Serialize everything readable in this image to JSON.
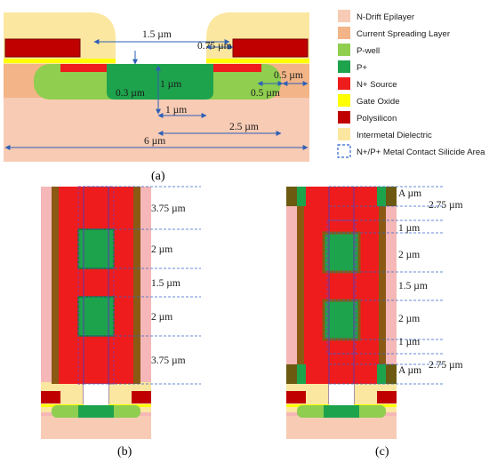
{
  "colors": {
    "n_drift": "#f8cbb4",
    "spreading": "#f3b487",
    "pwell": "#8fce4f",
    "pplus": "#1ea34d",
    "nsource": "#ee1c1c",
    "gate_oxide": "#ffff00",
    "poly": "#c00000",
    "ild": "#fbe7a0",
    "pink": "#f5b7b7",
    "dark_edge": "#8a5a14",
    "olive": "#6b5a10",
    "dim": "#2e5fb6",
    "dashed": "#3366cc",
    "contact": "#8b3aa8"
  },
  "legend": [
    {
      "label": "N-Drift Epilayer",
      "color": "#f8cbb4",
      "kind": "fill"
    },
    {
      "label": "Current Spreading Layer",
      "color": "#f3b487",
      "kind": "fill"
    },
    {
      "label": "P-well",
      "color": "#8fce4f",
      "kind": "fill"
    },
    {
      "label": "P+",
      "color": "#1ea34d",
      "kind": "fill"
    },
    {
      "label": "N+ Source",
      "color": "#ee1c1c",
      "kind": "fill"
    },
    {
      "label": "Gate Oxide",
      "color": "#ffff00",
      "kind": "fill"
    },
    {
      "label": "Polysilicon",
      "color": "#c00000",
      "kind": "fill"
    },
    {
      "label": "Intermetal Dielectric",
      "color": "#fbe7a0",
      "kind": "fill"
    },
    {
      "label": "N+/P+ Metal Contact Silicide Area",
      "color": "#3366cc",
      "kind": "dashed"
    }
  ],
  "panel_a": {
    "caption": "(a)",
    "dims": {
      "d1": "1.5 µm",
      "d2": "0.75 µm",
      "d3": "0.5 µm",
      "d4": "0.5 µm",
      "d5": "1 µm",
      "d6": "0.3 µm",
      "d7": "1 µm",
      "d8": "2.5 µm",
      "d9": "6 µm"
    }
  },
  "panel_b": {
    "caption": "(b)",
    "dims": [
      "3.75 µm",
      "2 µm",
      "1.5 µm",
      "2 µm",
      "3.75 µm"
    ]
  },
  "panel_c": {
    "caption": "(c)",
    "dims": [
      "A µm",
      "2.75 µm",
      "1 µm",
      "2 µm",
      "1.5 µm",
      "2 µm",
      "1 µm",
      "A µm",
      "2.75 µm"
    ]
  }
}
